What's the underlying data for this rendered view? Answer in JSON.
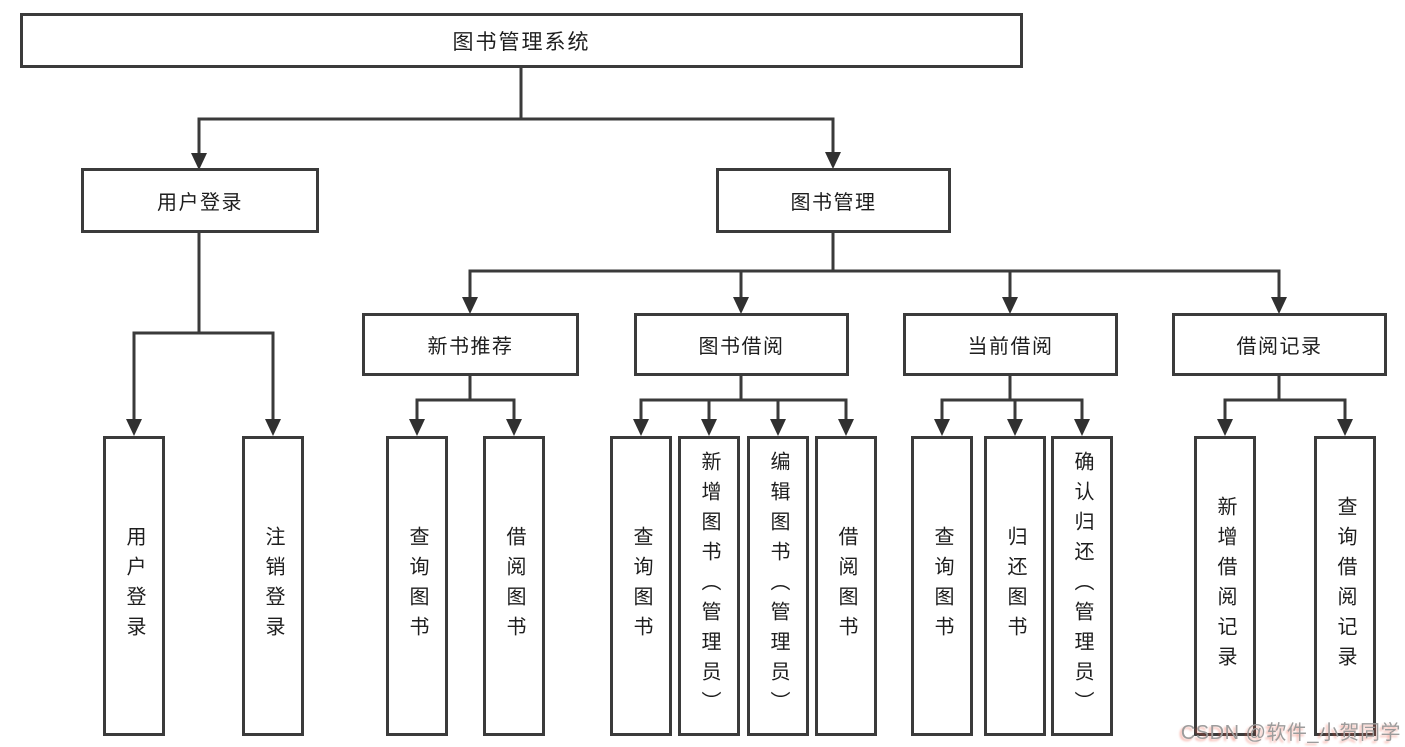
{
  "title": "图书管理系统",
  "watermark": {
    "text": "CSDN @软件_小贺同学"
  },
  "colors": {
    "background": "#ffffff",
    "box_border": "#3b3b3b",
    "line": "#3a3a3a",
    "arrow": "#303030",
    "text": "#1e1e1e",
    "watermark_text": "#9c9c9c",
    "watermark_accent": "#e9543e"
  },
  "tree": {
    "label": "图书管理系统",
    "children": [
      {
        "label": "用户登录",
        "children": [
          {
            "label": "用户登录"
          },
          {
            "label": "注销登录"
          }
        ]
      },
      {
        "label": "图书管理",
        "children": [
          {
            "label": "新书推荐",
            "children": [
              {
                "label": "查询图书"
              },
              {
                "label": "借阅图书"
              }
            ]
          },
          {
            "label": "图书借阅",
            "children": [
              {
                "label": "查询图书"
              },
              {
                "label": "新增图书（管理员）"
              },
              {
                "label": "编辑图书（管理员）"
              },
              {
                "label": "借阅图书"
              }
            ]
          },
          {
            "label": "当前借阅",
            "children": [
              {
                "label": "查询图书"
              },
              {
                "label": "归还图书"
              },
              {
                "label": "确认归还（管理员）"
              }
            ]
          },
          {
            "label": "借阅记录",
            "children": [
              {
                "label": "新增借阅记录"
              },
              {
                "label": "查询借阅记录"
              }
            ]
          }
        ]
      }
    ]
  }
}
